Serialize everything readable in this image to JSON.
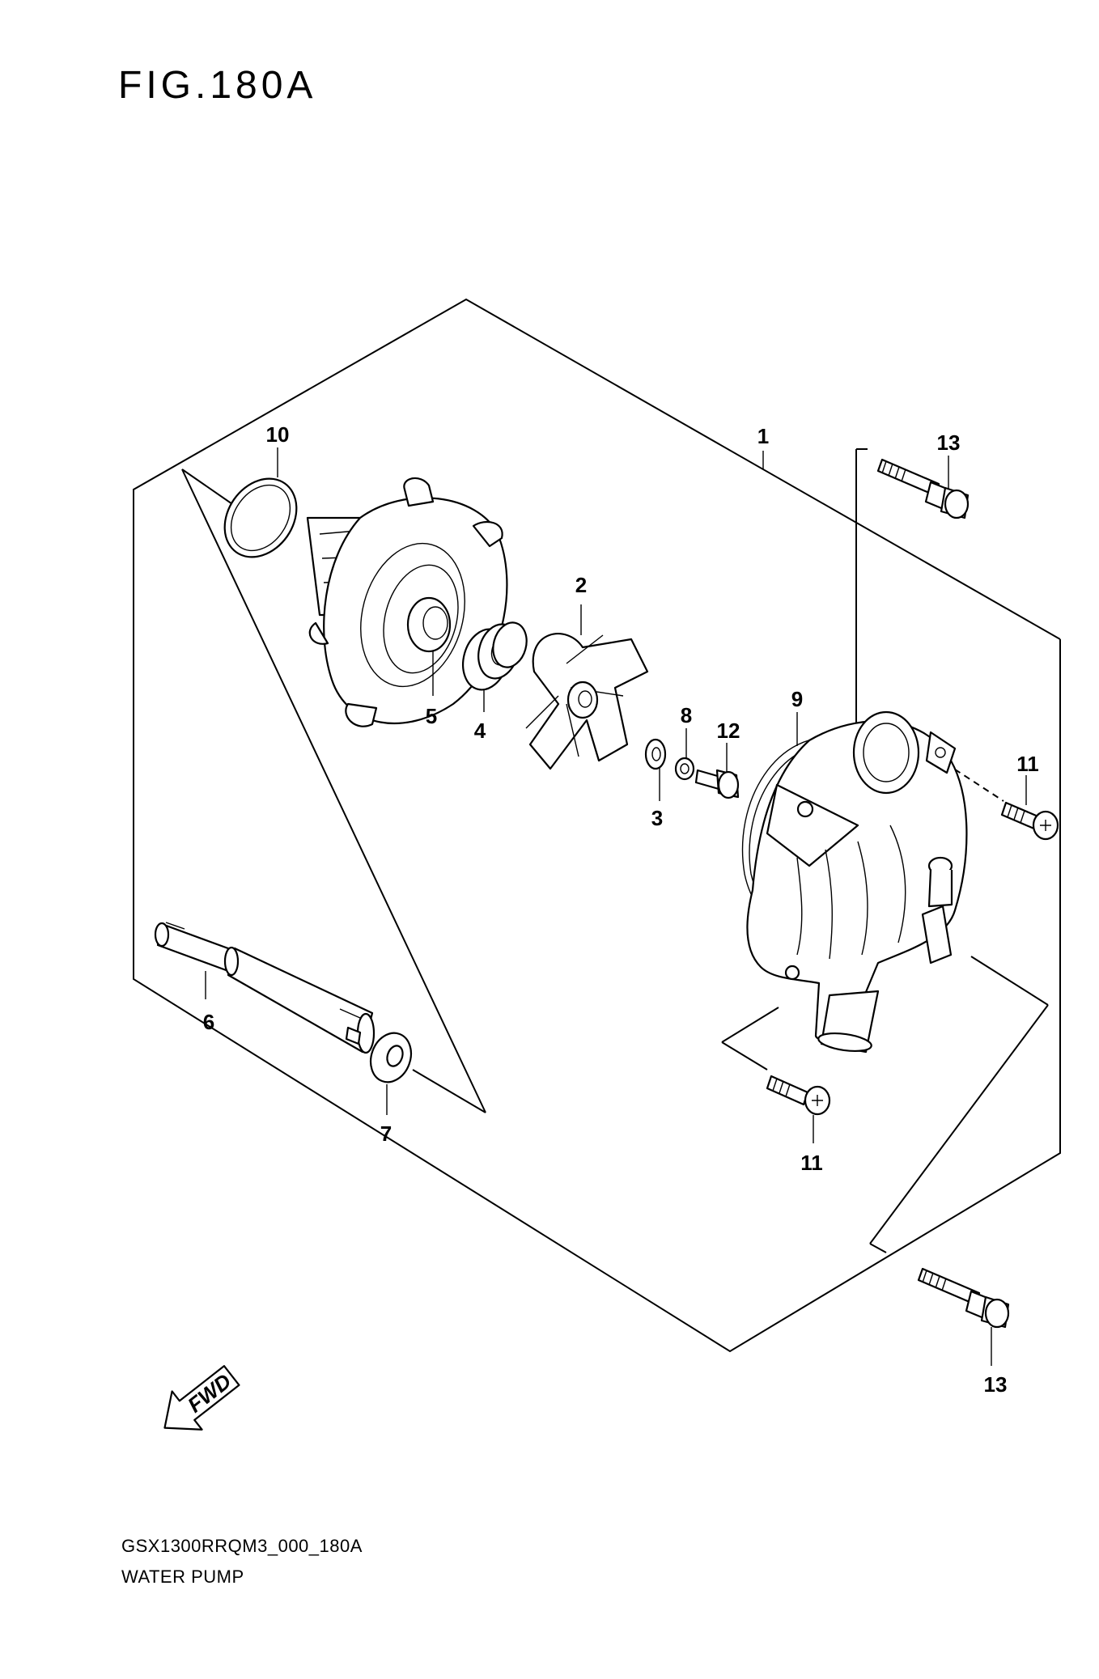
{
  "figure": {
    "title": "FIG.180A",
    "code": "GSX1300RRQM3_000_180A",
    "name": "WATER PUMP"
  },
  "direction_arrow": {
    "label": "FWD"
  },
  "callouts": [
    {
      "id": "c1",
      "label": "1"
    },
    {
      "id": "c2",
      "label": "2"
    },
    {
      "id": "c3",
      "label": "3"
    },
    {
      "id": "c4",
      "label": "4"
    },
    {
      "id": "c5",
      "label": "5"
    },
    {
      "id": "c6",
      "label": "6"
    },
    {
      "id": "c7",
      "label": "7"
    },
    {
      "id": "c8",
      "label": "8"
    },
    {
      "id": "c9",
      "label": "9"
    },
    {
      "id": "c10",
      "label": "10"
    },
    {
      "id": "c11a",
      "label": "11"
    },
    {
      "id": "c11b",
      "label": "11"
    },
    {
      "id": "c12",
      "label": "12"
    },
    {
      "id": "c13a",
      "label": "13"
    },
    {
      "id": "c13b",
      "label": "13"
    }
  ]
}
